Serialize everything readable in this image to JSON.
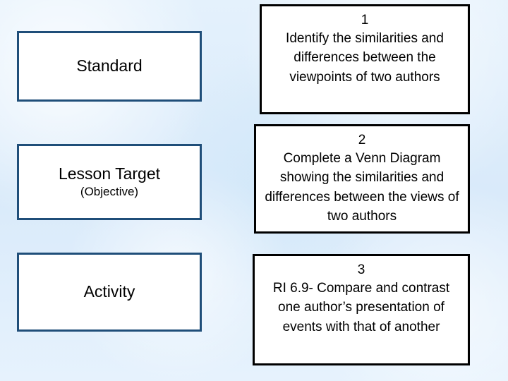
{
  "slide": {
    "rows": [
      {
        "label": "Standard",
        "sublabel": "",
        "number": "1",
        "text": "Identify the similarities and differences between the viewpoints of two authors"
      },
      {
        "label": "Lesson Target",
        "sublabel": "(Objective)",
        "number": "2",
        "text": "Complete a Venn Diagram showing the similarities and differences between the views of two authors"
      },
      {
        "label": "Activity",
        "sublabel": "",
        "number": "3",
        "text": "RI 6.9- Compare and contrast one author’s presentation of events with that of another"
      }
    ],
    "colors": {
      "background": "#dfeefb",
      "label_border": "#1f4e79",
      "content_border": "#000000",
      "box_fill": "#ffffff",
      "text": "#000000"
    }
  }
}
